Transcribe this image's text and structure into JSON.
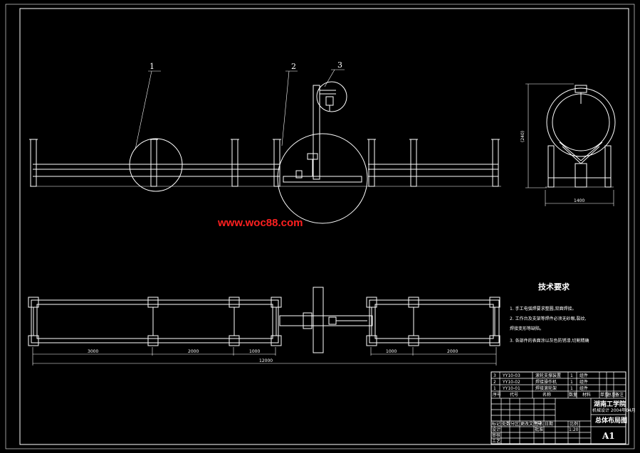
{
  "balloons": [
    "1",
    "2",
    "3"
  ],
  "dimensions": {
    "end_height": "(240)",
    "end_width": "1400",
    "plan_segments": [
      "3000",
      "2000",
      "1000",
      "1000",
      "2000"
    ],
    "plan_total": "12000"
  },
  "watermark": "www.woc88.com",
  "tech_requirements": {
    "title": "技术要求",
    "items": [
      "1. 手工电弧焊要求整圆,双面焊接。",
      "2. 工作台及支架等焊件必须无砂眼,裂纹,",
      "焊接变形等缺陷。",
      "3. 各部件的表面涂以灰色防锈漆,切割精确"
    ]
  },
  "title_block": {
    "parts": [
      {
        "no": "3",
        "code": "YY10-03",
        "name": "滚轮支撑装置",
        "qty": "1",
        "material": "组件"
      },
      {
        "no": "2",
        "code": "YY10-02",
        "name": "焊接操作机",
        "qty": "1",
        "material": "组件"
      },
      {
        "no": "1",
        "code": "YY10-01",
        "name": "焊接滚轮架",
        "qty": "1",
        "material": "组件"
      }
    ],
    "header": {
      "no": "序号",
      "code": "代号",
      "name": "名称",
      "qty": "数量",
      "material": "材料",
      "weight": "单重",
      "total": "总重",
      "remark": "备注"
    },
    "school": "湖南工学院",
    "sub_line": "机械设计 2004年04月",
    "drawing_name": "总体布局图",
    "scale_label": "比例",
    "scale": "1:20",
    "sheet_size": "A1",
    "left_labels": [
      "标记",
      "处数",
      "分区",
      "更改文件号",
      "签名",
      "日期"
    ],
    "role_labels": [
      "设计",
      "审核",
      "工艺",
      "批准"
    ]
  },
  "colors": {
    "background": "#000000",
    "lines": "#ffffff",
    "watermark": "#ff2020",
    "frame": "#ffffff"
  }
}
